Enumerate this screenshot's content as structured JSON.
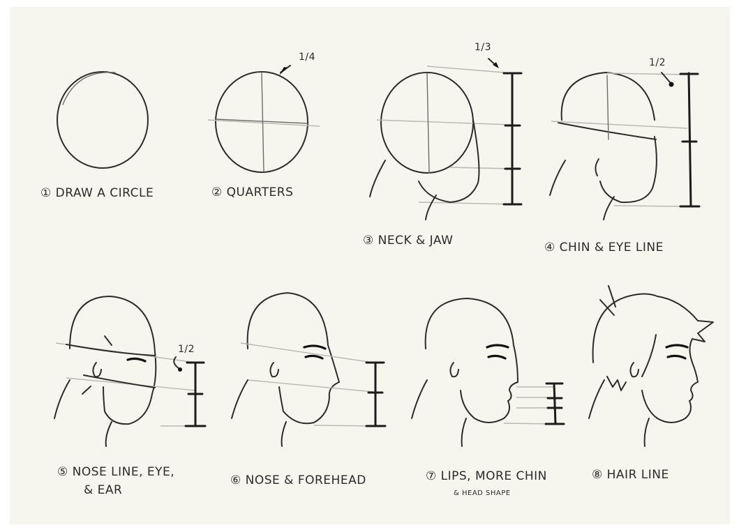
{
  "steps": [
    {
      "label": "① DRAW A CIRCLE"
    },
    {
      "label": "② QUARTERS",
      "fraction": "1/4"
    },
    {
      "label": "③ NECK & JAW",
      "fraction": "1/3"
    },
    {
      "label": "④ CHIN & EYE LINE",
      "fraction": "1/2"
    },
    {
      "label_line1": "⑤ NOSE LINE, EYE,",
      "label_line2": "& EAR",
      "fraction": "1/2"
    },
    {
      "label": "⑥ NOSE & FOREHEAD"
    },
    {
      "label_line1": "⑦ LIPS, MORE CHIN",
      "label_line2": "& HEAD SHAPE"
    },
    {
      "label": "⑧ HAIR LINE"
    }
  ]
}
